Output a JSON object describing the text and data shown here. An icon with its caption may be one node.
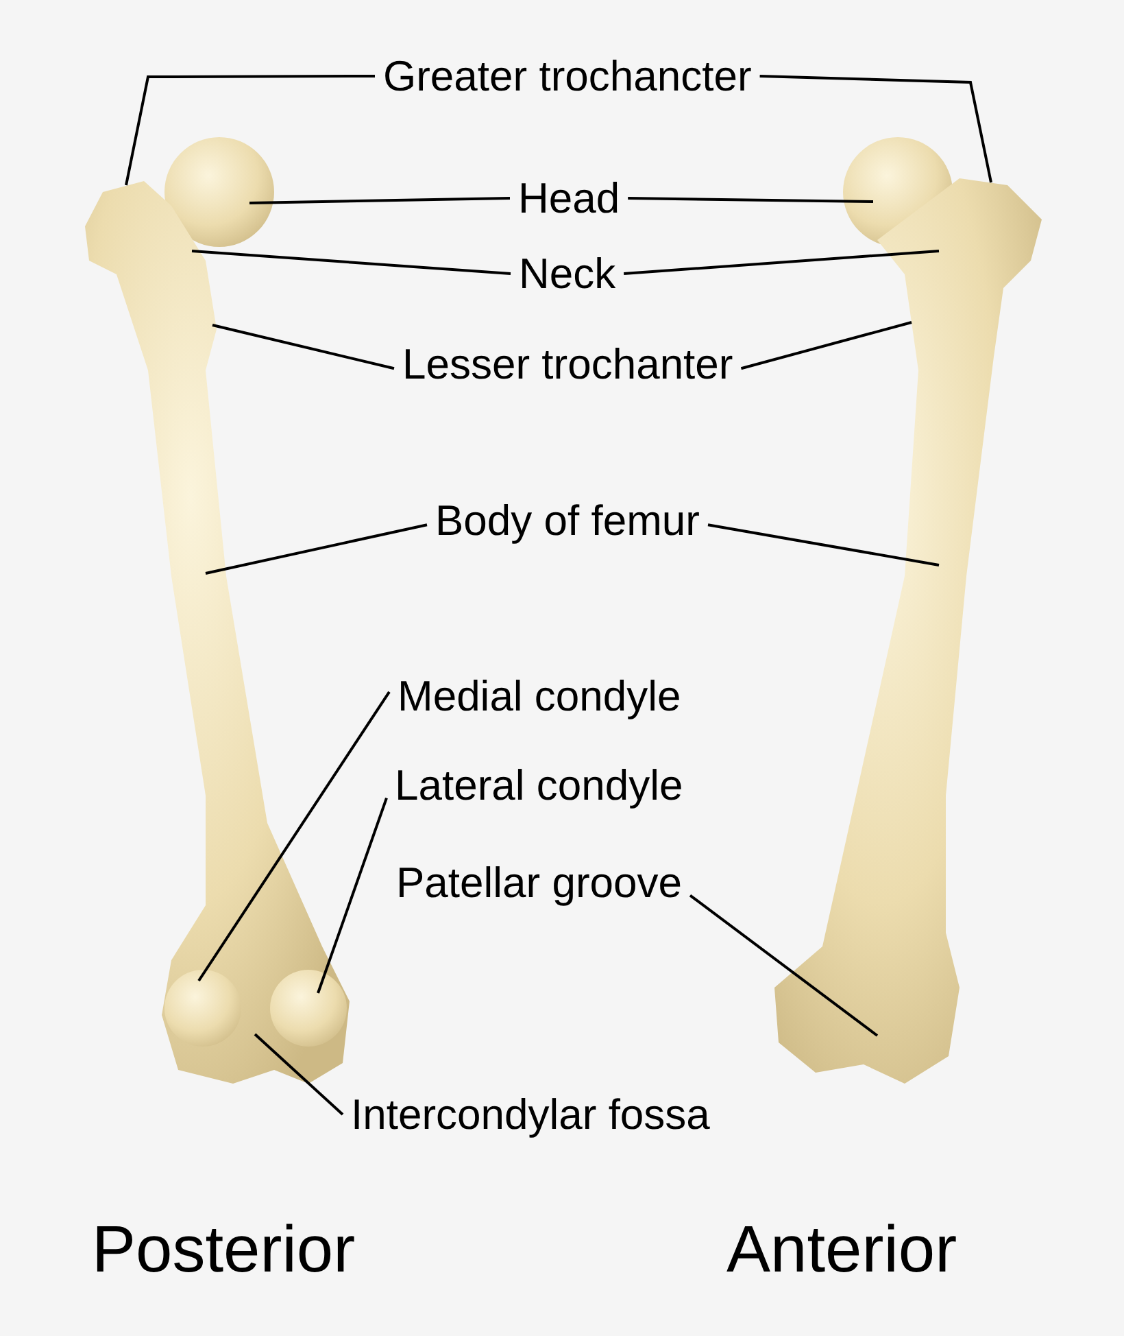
{
  "diagram": {
    "nodes": [
      {
        "text": [
          "Greater trochancter"
        ]
      },
      {
        "text": [
          "Head"
        ]
      },
      {
        "text": [
          "Neck"
        ]
      },
      {
        "text": [
          "Lesser trochanter"
        ]
      },
      {
        "text": [
          "Body of femur"
        ]
      },
      {
        "text": [
          "Medial condyle"
        ]
      },
      {
        "text": [
          "Lateral condyle"
        ]
      },
      {
        "text": [
          "Patellar groove"
        ]
      },
      {
        "text": [
          "Intercondylar fossa"
        ]
      }
    ],
    "edges": [
      {
        "from": 0,
        "to": null,
        "arrow": "none"
      },
      {
        "from": 0,
        "to": null,
        "arrow": "none"
      },
      {
        "from": 1,
        "to": null,
        "arrow": "none"
      },
      {
        "from": 1,
        "to": null,
        "arrow": "none"
      },
      {
        "from": 2,
        "to": null,
        "arrow": "none"
      },
      {
        "from": 2,
        "to": null,
        "arrow": "none"
      },
      {
        "from": 3,
        "to": null,
        "arrow": "none"
      },
      {
        "from": 3,
        "to": null,
        "arrow": "none"
      },
      {
        "from": 4,
        "to": null,
        "arrow": "none"
      },
      {
        "from": 4,
        "to": null,
        "arrow": "none"
      },
      {
        "from": 5,
        "to": null,
        "arrow": "none"
      },
      {
        "from": 6,
        "to": null,
        "arrow": "none"
      },
      {
        "from": 7,
        "to": null,
        "arrow": "none"
      },
      {
        "from": 8,
        "to": null,
        "arrow": "none"
      }
    ],
    "labels": [
      "Posterior",
      "Anterior"
    ]
  }
}
